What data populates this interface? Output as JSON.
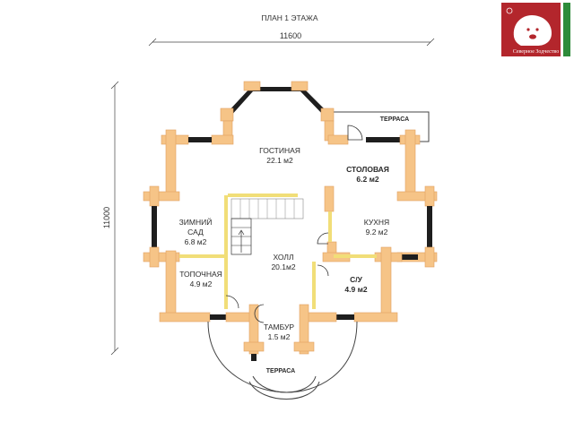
{
  "title": "ПЛАН 1 ЭТАЖА",
  "dimensions": {
    "width": "11600",
    "height": "11000"
  },
  "rooms": {
    "living": {
      "name": "ГОСТИНАЯ",
      "area": "22.1 м2"
    },
    "dining": {
      "name": "СТОЛОВАЯ",
      "area": "6.2 м2"
    },
    "winter_garden_1": {
      "name": "ЗИМНИЙ",
      "name2": "САД",
      "area": "6.8 м2"
    },
    "kitchen": {
      "name": "КУХНЯ",
      "area": "9.2 м2"
    },
    "hall": {
      "name": "ХОЛЛ",
      "area": "20.1м2"
    },
    "furnace": {
      "name": "ТОПОЧНАЯ",
      "area": "4.9 м2"
    },
    "bathroom": {
      "name": "С/У",
      "area": "4.9 м2"
    },
    "vestibule": {
      "name": "ТАМБУР",
      "area": "1.5 м2"
    },
    "terrace_top": {
      "name": "ТЕРРАСА"
    },
    "terrace_bottom": {
      "name": "ТЕРРАСА"
    }
  },
  "logo": {
    "text": "Северное Зодчество",
    "colors": {
      "background": "#b3262c",
      "stripe": "#2e8b3a"
    }
  },
  "colors": {
    "log": "#f6c487",
    "partition": "#f1de78",
    "window": "#1e1e1e"
  }
}
